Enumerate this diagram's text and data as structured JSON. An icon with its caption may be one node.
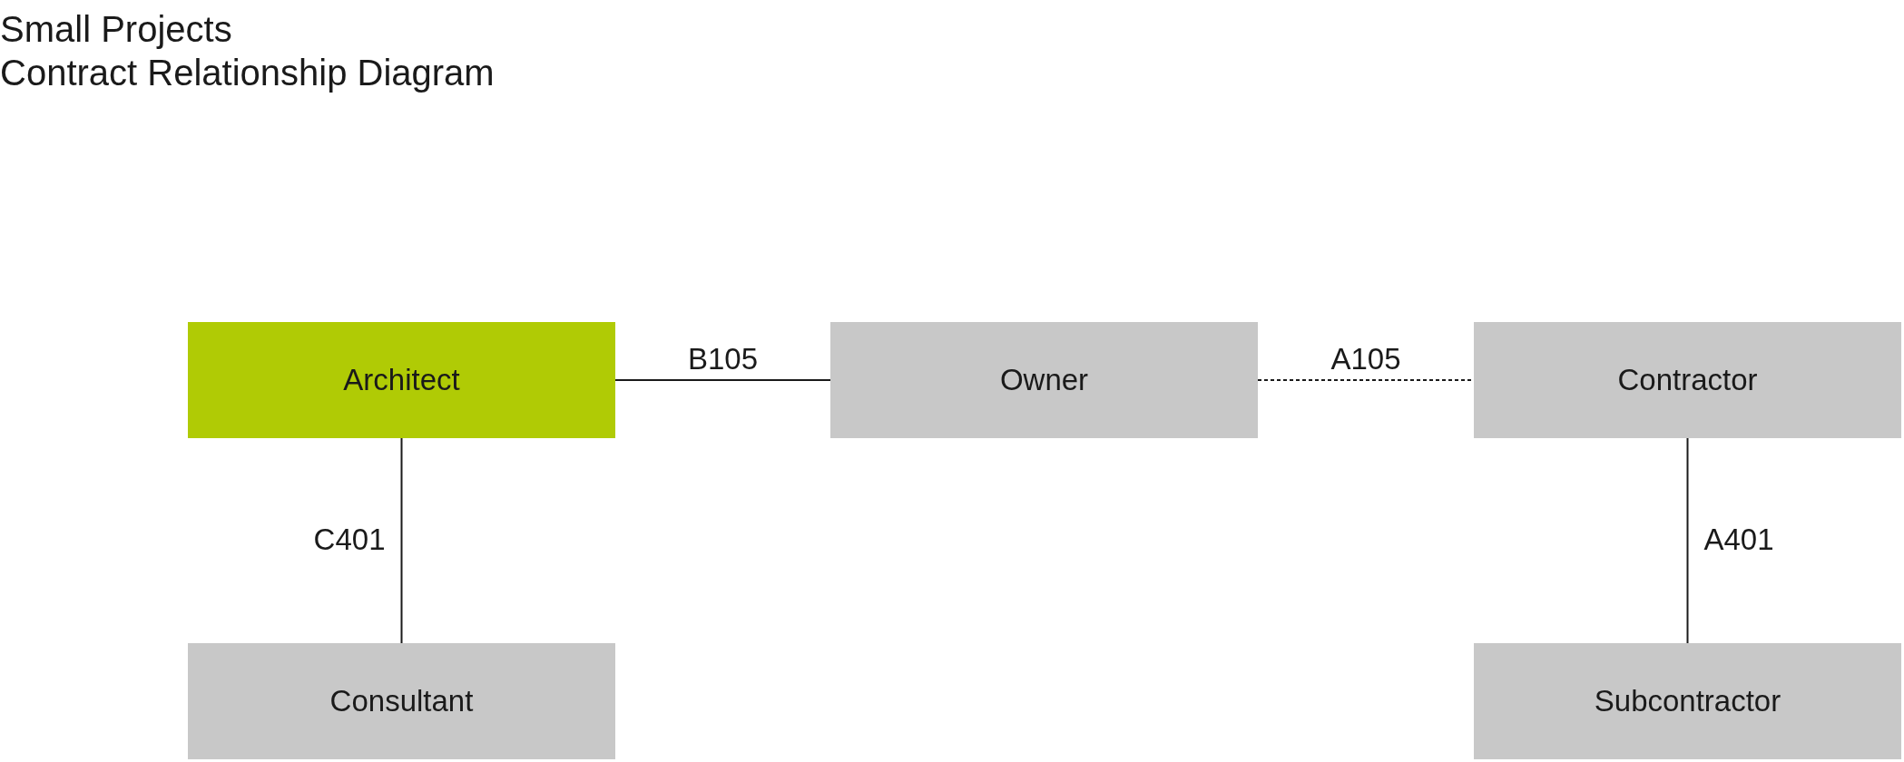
{
  "diagram": {
    "title": "Small Projects",
    "nodes": [
      {
        "text": [
          "Architect"
        ]
      },
      {
        "text": [
          "Owner"
        ]
      },
      {
        "text": [
          "Contractor"
        ]
      },
      {
        "text": [
          "Consultant"
        ]
      },
      {
        "text": [
          "Subcontractor"
        ]
      }
    ],
    "edges": [
      {
        "from": 0,
        "to": 1,
        "arrow": "none",
        "label": "B105"
      },
      {
        "from": 1,
        "to": 2,
        "arrow": "none",
        "label": "A105",
        "style": "dashed"
      },
      {
        "from": 0,
        "to": 3,
        "arrow": "none",
        "label": "C401"
      },
      {
        "from": 2,
        "to": 4,
        "arrow": "none",
        "label": "A401"
      }
    ],
    "labels": [
      "Contract Relationship Diagram"
    ]
  }
}
